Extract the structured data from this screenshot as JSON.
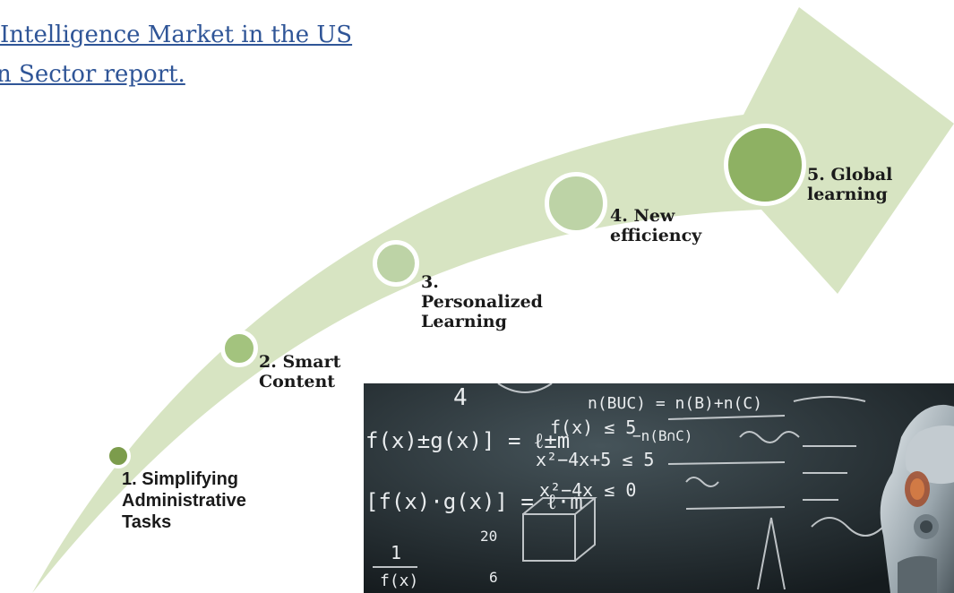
{
  "report_link": {
    "line1": " Intelligence Market in the US",
    "line2": "n Sector report."
  },
  "milestones": [
    {
      "lines": [
        "1. Simplifying",
        "Administrative",
        "Tasks"
      ]
    },
    {
      "lines": [
        "2. Smart",
        "Content"
      ]
    },
    {
      "lines": [
        "3.",
        "Personalized",
        "Learning"
      ]
    },
    {
      "lines": [
        "4. New",
        "efficiency"
      ]
    },
    {
      "lines": [
        "5. Global",
        "learning"
      ]
    }
  ],
  "photo": {
    "description_icon": "robot-at-chalkboard-image",
    "formulas": [
      "4",
      "n(BUC) = n(B)+n(C)",
      "f(x)±g(x)] = ℓ±m",
      "f(x) ≤ 5",
      "−n(B∩C)",
      "x²−4x+5 ≤ 5",
      "[f(x)·g(x)] = ℓ·m",
      "x²−4x ≤ 0",
      "20",
      "1",
      "f(x)",
      "6"
    ]
  },
  "colors": {
    "arrow": "#D7E4C2",
    "dot_light": "#BDD3A6",
    "dot_mid": "#A3C37E",
    "dot_dark": "#7C9C4C",
    "link": "#2F5597"
  }
}
